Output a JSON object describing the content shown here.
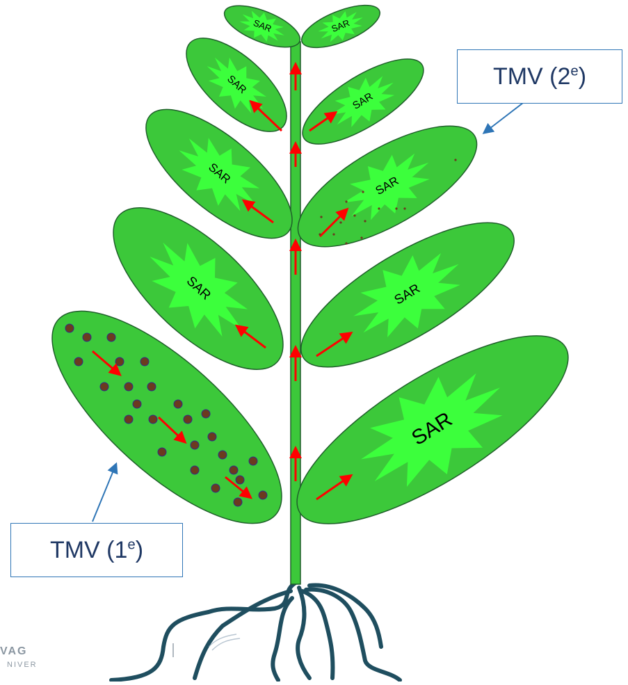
{
  "colors": {
    "leaf_fill": "#3cc83a",
    "leaf_stroke": "#1f5e2a",
    "sar_burst": "#3cff3c",
    "arrow": "#ff0000",
    "lesion": "#6b3a1f",
    "root": "#1f4e5f",
    "callout_border": "#2e75b6",
    "callout_text": "#1f3864"
  },
  "labels": {
    "sar": "SAR",
    "callout_primary_main": "TMV (1",
    "callout_primary_sup": "e",
    "callout_primary_end": ")",
    "callout_secondary_main": "TMV (2",
    "callout_secondary_sup": "e",
    "callout_secondary_end": ")"
  },
  "logo": {
    "line1": "VAG",
    "line2": "NIVER"
  }
}
